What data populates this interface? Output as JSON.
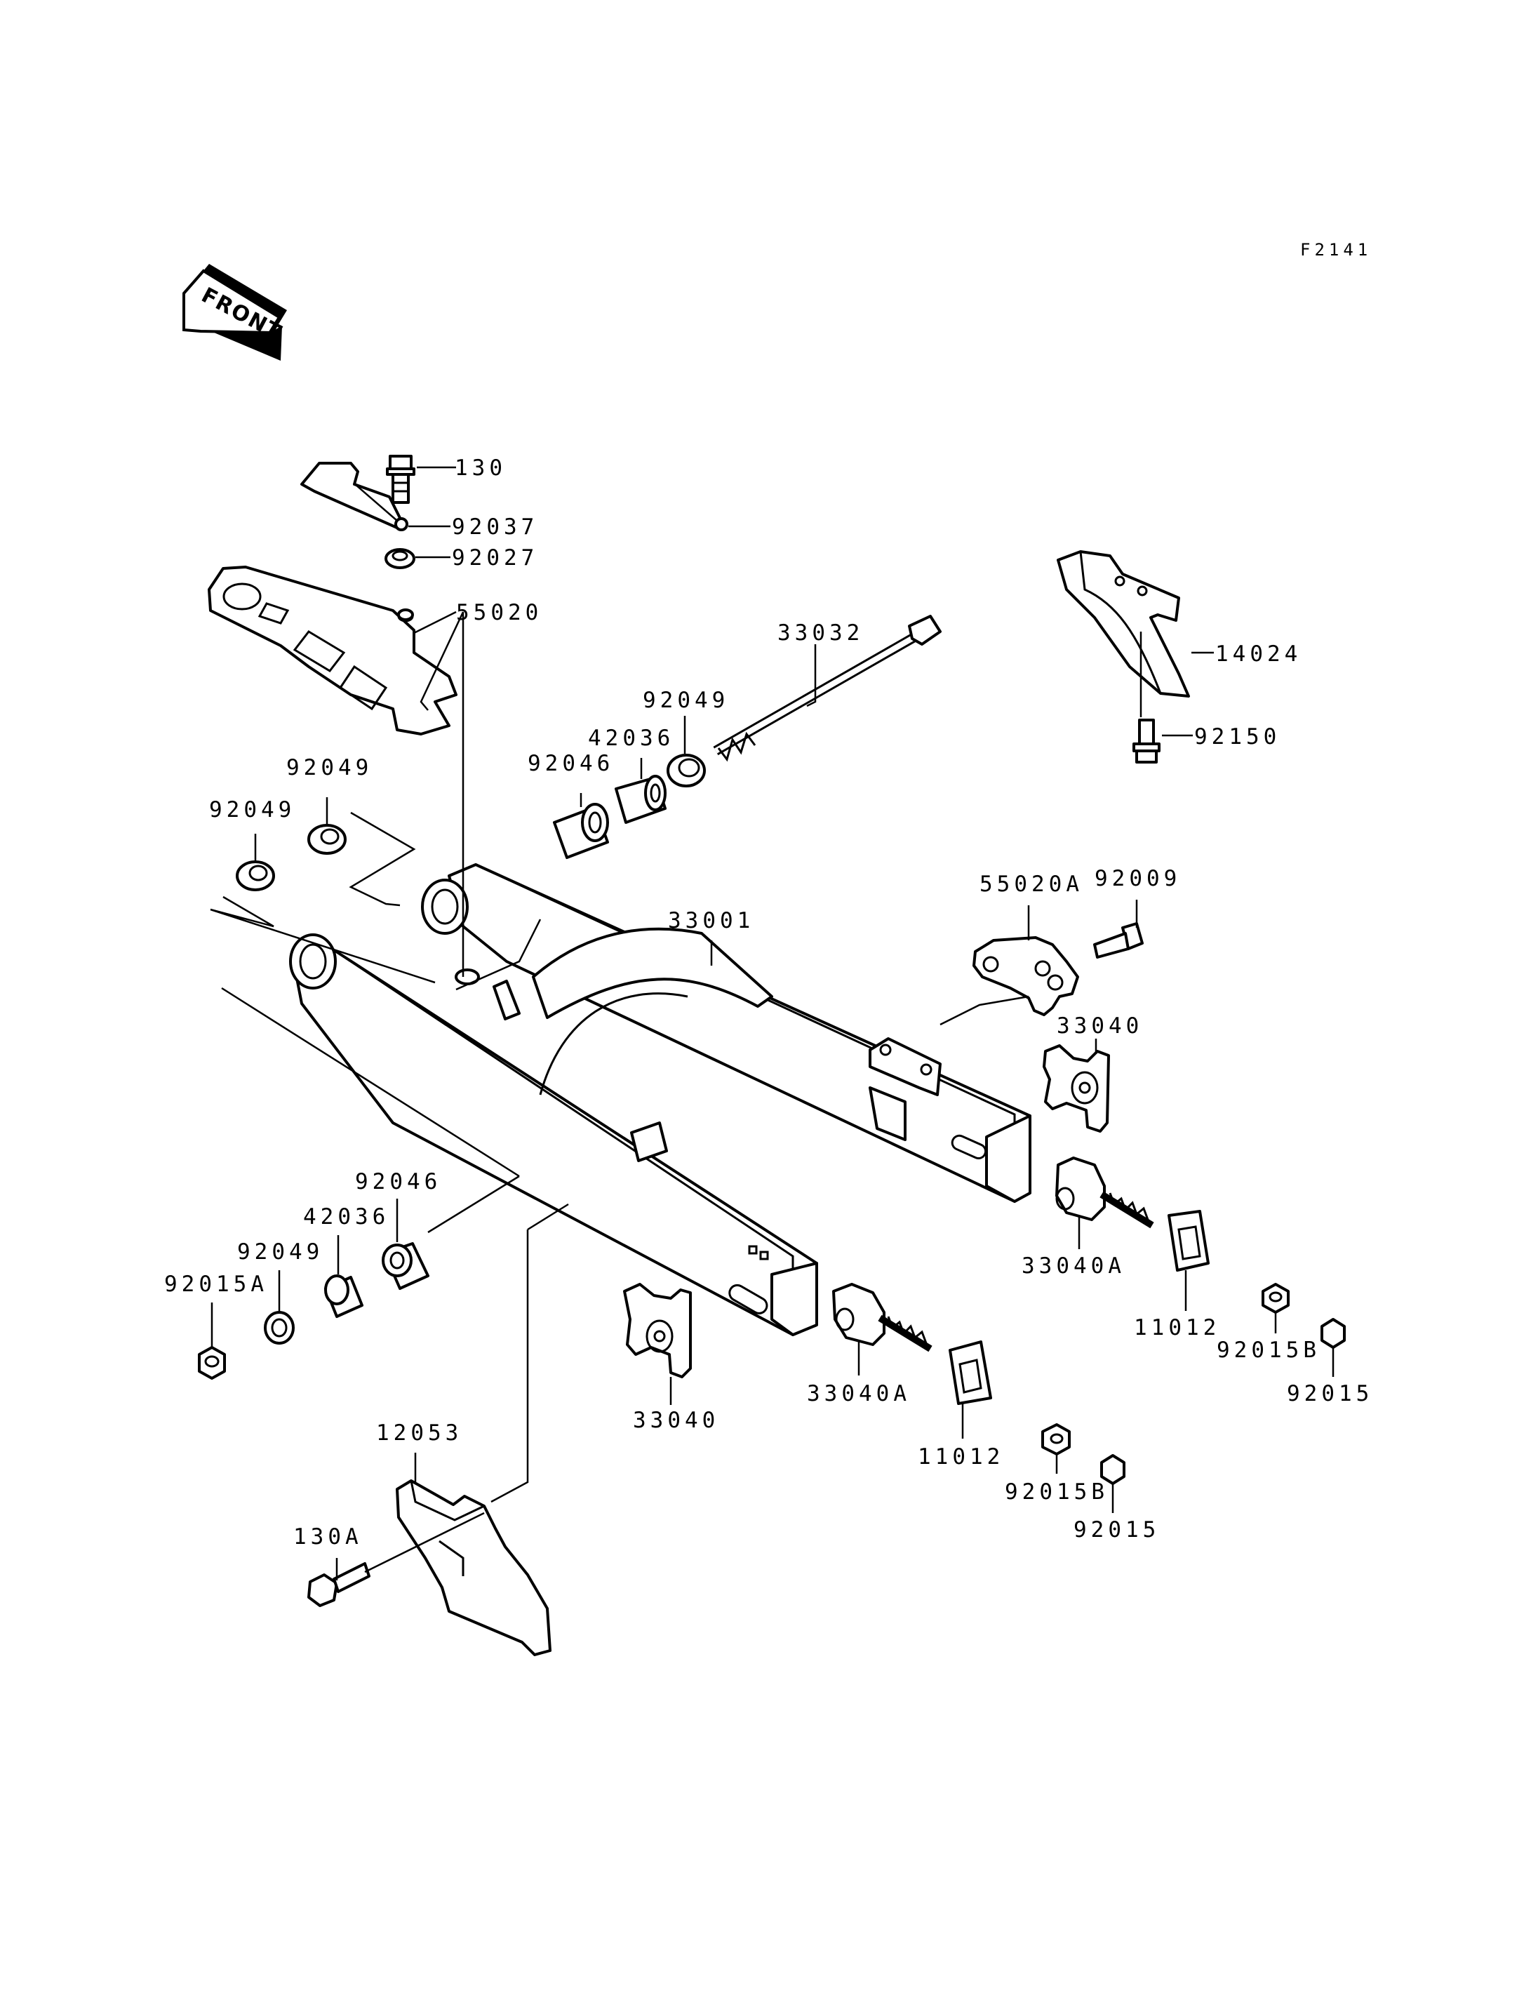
{
  "diagram": {
    "figure_code": "F2141",
    "front_label": "FRONT",
    "parts": {
      "p130": "130",
      "p92037": "92037",
      "p92027": "92027",
      "p55020": "55020",
      "p33032": "33032",
      "p92049_top": "92049",
      "p42036_top": "42036",
      "p92046_top": "92046",
      "p92049_left_a": "92049",
      "p92049_left_b": "92049",
      "p14024": "14024",
      "p92150": "92150",
      "p55020A": "55020A",
      "p92009": "92009",
      "p33001": "33001",
      "p33040_right": "33040",
      "p33040A_right": "33040A",
      "p11012_right": "11012",
      "p92015B_right": "92015B",
      "p92015_right": "92015",
      "p92046_bottom": "92046",
      "p42036_bottom": "42036",
      "p92049_bottom": "92049",
      "p92015A": "92015A",
      "p33040_bottom": "33040",
      "p33040A_bottom": "33040A",
      "p11012_bottom": "11012",
      "p92015B_bottom": "92015B",
      "p92015_bottom": "92015",
      "p12053": "12053",
      "p130A": "130A"
    }
  }
}
